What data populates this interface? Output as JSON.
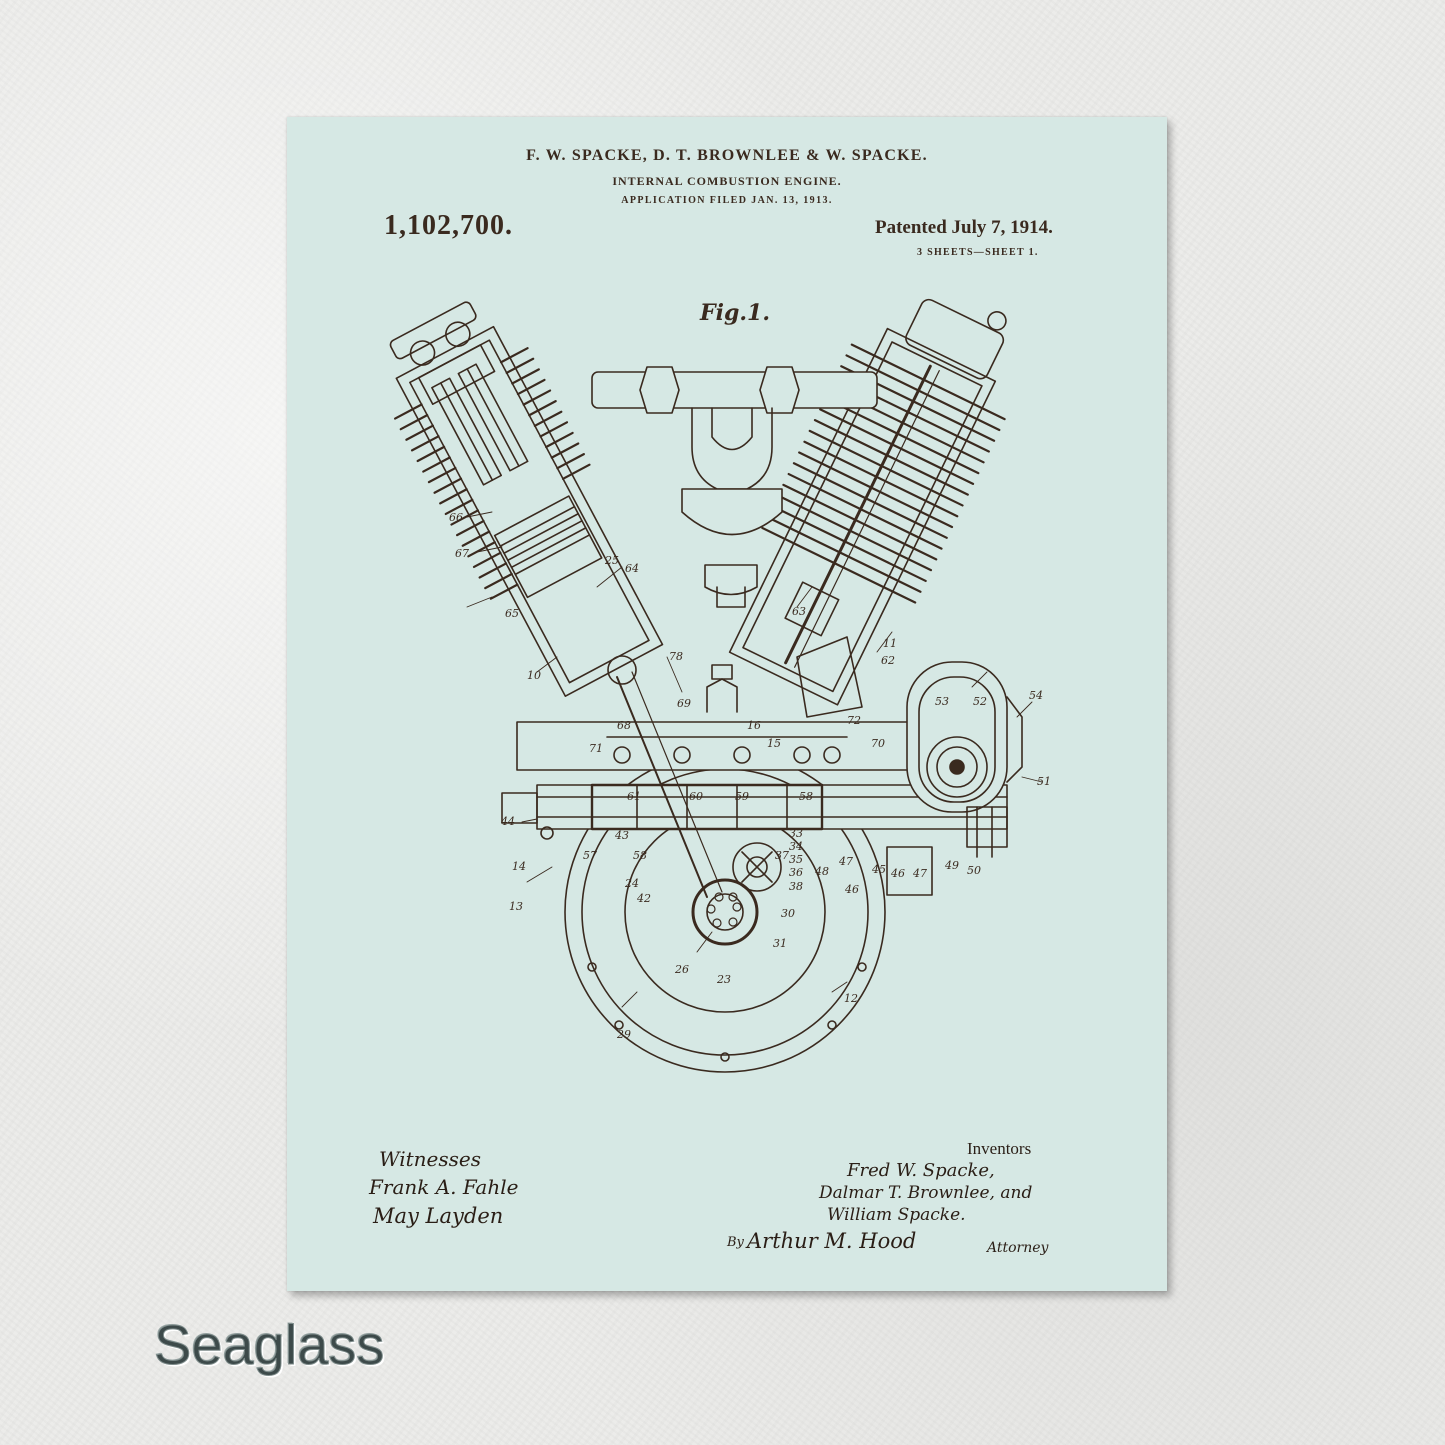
{
  "patent": {
    "names": "F. W. SPACKE, D. T. BROWNLEE & W. SPACKE.",
    "title": "INTERNAL COMBUSTION ENGINE.",
    "filed": "APPLICATION FILED JAN. 13, 1913.",
    "number": "1,102,700.",
    "date": "Patented July 7, 1914.",
    "sheets": "3 SHEETS—SHEET 1."
  },
  "figure": {
    "label": "Fig.1.",
    "part_numbers": [
      "66",
      "67",
      "64",
      "25",
      "65",
      "10",
      "78",
      "69",
      "71",
      "68",
      "16",
      "15",
      "72",
      "70",
      "63",
      "11",
      "62",
      "53",
      "52",
      "54",
      "51",
      "44",
      "61",
      "60",
      "59",
      "58",
      "43",
      "57",
      "14",
      "13",
      "58",
      "24",
      "42",
      "33",
      "34",
      "35",
      "36",
      "37",
      "38",
      "31",
      "30",
      "46",
      "47",
      "48",
      "45",
      "46",
      "47",
      "49",
      "50",
      "26",
      "23",
      "29",
      "12"
    ]
  },
  "signatures": {
    "witnesses_label": "Witnesses",
    "witness_1": "Frank A. Fahle",
    "witness_2": "May Layden",
    "inventors_label": "Inventors",
    "inventor_1": "Fred W. Spacke,",
    "inventor_2": "Dalmar T. Brownlee, and",
    "inventor_3": "William Spacke.",
    "by_label": "By",
    "attorney": "Arthur M. Hood",
    "attorney_label": "Attorney"
  },
  "caption": "Seaglass",
  "colors": {
    "paper": "#d6e8e4",
    "ink": "#3a2a1f",
    "background": "#ececea"
  }
}
